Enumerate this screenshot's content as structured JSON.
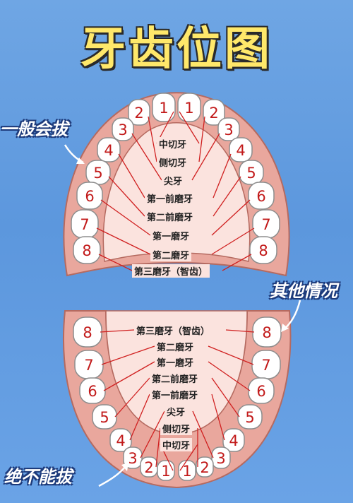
{
  "title": "牙齿位图",
  "notes": {
    "upper_left": "一般会拔",
    "right": "其他情况",
    "lower_left": "绝不能拔"
  },
  "upper_labels": [
    "中切牙",
    "侧切牙",
    "尖牙",
    "第一前磨牙",
    "第二前磨牙",
    "第一磨牙",
    "第二磨牙",
    "第三磨牙（智齿）"
  ],
  "lower_labels": [
    "第三磨牙（智齿）",
    "第二磨牙",
    "第一磨牙",
    "第二前磨牙",
    "第一前磨牙",
    "尖牙",
    "侧切牙",
    "中切牙"
  ],
  "tooth_numbers": [
    "1",
    "2",
    "3",
    "4",
    "5",
    "6",
    "7",
    "8"
  ],
  "colors": {
    "background": "#6aa3e6",
    "gum": "#e9a79d",
    "palate": "#fbe3de",
    "number": "#c21a1a",
    "title": "#ffe86a"
  }
}
